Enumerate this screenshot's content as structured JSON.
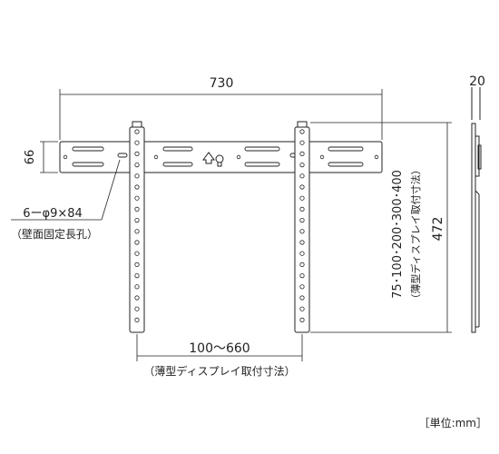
{
  "dimensions": {
    "width_730": "730",
    "height_66": "66",
    "depth_20": "20",
    "vertical_472": "472",
    "horizontal_range": "100〜660",
    "horizontal_note": "（薄型ディスプレイ取付寸法）",
    "vertical_range": "75･100･200･300･400",
    "vertical_note": "（薄型ディスプレイ取付寸法）"
  },
  "holes": {
    "spec": "6ーφ9×84",
    "note": "（壁面固定長孔）"
  },
  "unit": "［単位:mm］",
  "colors": {
    "line": "#222222"
  }
}
